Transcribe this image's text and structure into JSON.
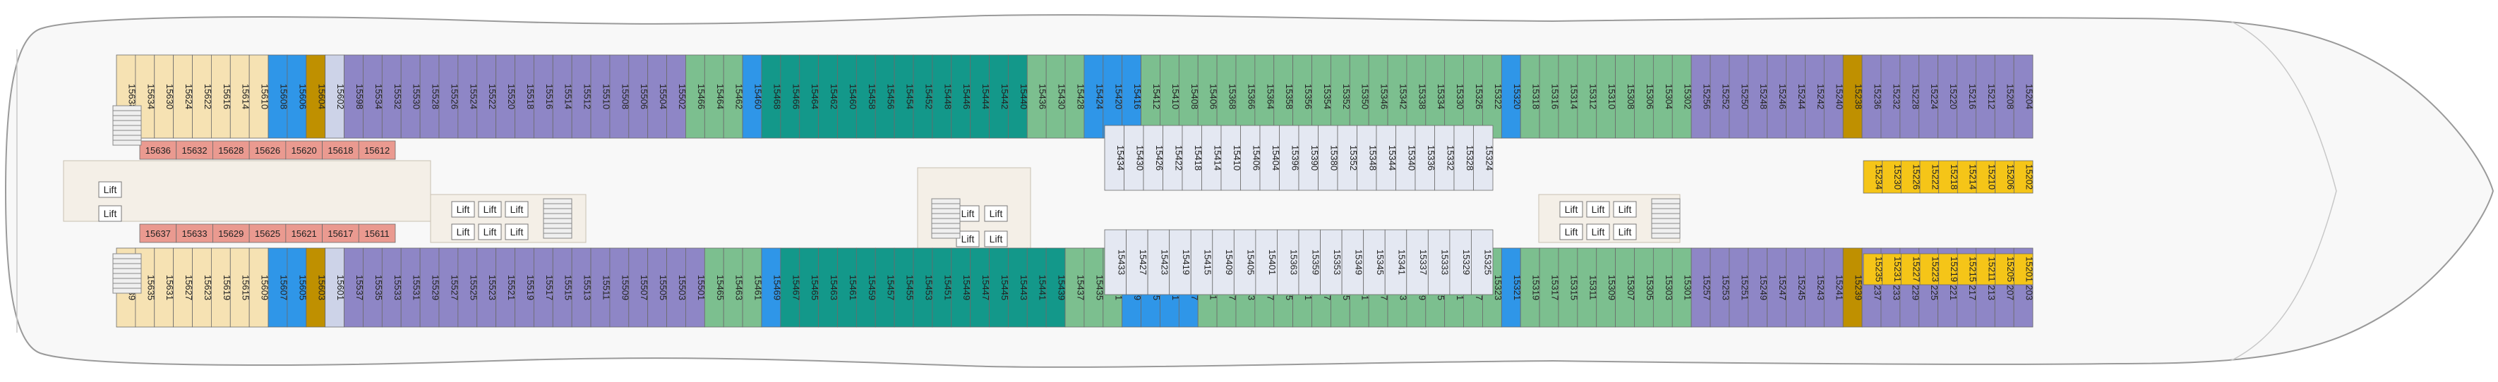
{
  "legend_colors": {
    "suite": "#f6e2b3",
    "suite_alt": "#f2d9a0",
    "interior": "#cdd3e8",
    "inside_light": "#e4e8f2",
    "balcony_purple": "#8e86c6",
    "balcony_green": "#7cbf8f",
    "mini_suite_teal": "#13988a",
    "deluxe_blue": "#2f96e8",
    "accessible_gold": "#bf9000",
    "aft_yellow": "#f5c518",
    "salmon": "#ea9a90",
    "facility": "#f4efe7",
    "hull": "#f8f8f8",
    "hull_outline": "#9a9a9a"
  },
  "icons": [
    "lift-icon",
    "stairs-icon",
    "bow-outline",
    "stern-outline"
  ],
  "lift_label": "Lift",
  "rows": {
    "top_outer": [
      {
        "num": "15638",
        "cat": "suite"
      },
      {
        "num": "15634",
        "cat": "suite"
      },
      {
        "num": "15630",
        "cat": "suite"
      },
      {
        "num": "15624",
        "cat": "suite"
      },
      {
        "num": "15622",
        "cat": "suite"
      },
      {
        "num": "15616",
        "cat": "suite"
      },
      {
        "num": "15614",
        "cat": "suite"
      },
      {
        "num": "15610",
        "cat": "suite"
      },
      {
        "num": "15608",
        "cat": "deluxe_blue"
      },
      {
        "num": "15606",
        "cat": "deluxe_blue"
      },
      {
        "num": "15604",
        "cat": "accessible_gold"
      },
      {
        "num": "15602",
        "cat": "interior"
      },
      {
        "num": "15598",
        "cat": "balcony_purple"
      },
      {
        "num": "15534",
        "cat": "balcony_purple"
      },
      {
        "num": "15532",
        "cat": "balcony_purple"
      },
      {
        "num": "15530",
        "cat": "balcony_purple"
      },
      {
        "num": "15528",
        "cat": "balcony_purple"
      },
      {
        "num": "15526",
        "cat": "balcony_purple"
      },
      {
        "num": "15524",
        "cat": "balcony_purple"
      },
      {
        "num": "15522",
        "cat": "balcony_purple"
      },
      {
        "num": "15520",
        "cat": "balcony_purple"
      },
      {
        "num": "15518",
        "cat": "balcony_purple"
      },
      {
        "num": "15516",
        "cat": "balcony_purple"
      },
      {
        "num": "15514",
        "cat": "balcony_purple"
      },
      {
        "num": "15512",
        "cat": "balcony_purple"
      },
      {
        "num": "15510",
        "cat": "balcony_purple"
      },
      {
        "num": "15508",
        "cat": "balcony_purple"
      },
      {
        "num": "15506",
        "cat": "balcony_purple"
      },
      {
        "num": "15504",
        "cat": "balcony_purple"
      },
      {
        "num": "15502",
        "cat": "balcony_purple"
      },
      {
        "num": "15466",
        "cat": "balcony_green"
      },
      {
        "num": "15464",
        "cat": "balcony_green"
      },
      {
        "num": "15462",
        "cat": "balcony_green"
      },
      {
        "num": "15460",
        "cat": "deluxe_blue"
      },
      {
        "num": "15468",
        "cat": "mini_suite_teal"
      },
      {
        "num": "15466",
        "cat": "mini_suite_teal"
      },
      {
        "num": "15464",
        "cat": "mini_suite_teal"
      },
      {
        "num": "15462",
        "cat": "mini_suite_teal"
      },
      {
        "num": "15460",
        "cat": "mini_suite_teal"
      },
      {
        "num": "15458",
        "cat": "mini_suite_teal"
      },
      {
        "num": "15456",
        "cat": "mini_suite_teal"
      },
      {
        "num": "15454",
        "cat": "mini_suite_teal"
      },
      {
        "num": "15452",
        "cat": "mini_suite_teal"
      },
      {
        "num": "15448",
        "cat": "mini_suite_teal"
      },
      {
        "num": "15446",
        "cat": "mini_suite_teal"
      },
      {
        "num": "15444",
        "cat": "mini_suite_teal"
      },
      {
        "num": "15442",
        "cat": "mini_suite_teal"
      },
      {
        "num": "15440",
        "cat": "mini_suite_teal"
      },
      {
        "num": "15436",
        "cat": "balcony_green"
      },
      {
        "num": "15430",
        "cat": "balcony_green"
      },
      {
        "num": "15428",
        "cat": "balcony_green"
      },
      {
        "num": "15424",
        "cat": "deluxe_blue"
      },
      {
        "num": "15420",
        "cat": "deluxe_blue"
      },
      {
        "num": "15416",
        "cat": "deluxe_blue"
      },
      {
        "num": "15412",
        "cat": "balcony_green"
      },
      {
        "num": "15410",
        "cat": "balcony_green"
      },
      {
        "num": "15408",
        "cat": "balcony_green"
      },
      {
        "num": "15406",
        "cat": "balcony_green"
      },
      {
        "num": "15368",
        "cat": "balcony_green"
      },
      {
        "num": "15366",
        "cat": "balcony_green"
      },
      {
        "num": "15364",
        "cat": "balcony_green"
      },
      {
        "num": "15358",
        "cat": "balcony_green"
      },
      {
        "num": "15356",
        "cat": "balcony_green"
      },
      {
        "num": "15354",
        "cat": "balcony_green"
      },
      {
        "num": "15352",
        "cat": "balcony_green"
      },
      {
        "num": "15350",
        "cat": "balcony_green"
      },
      {
        "num": "15346",
        "cat": "balcony_green"
      },
      {
        "num": "15342",
        "cat": "balcony_green"
      },
      {
        "num": "15338",
        "cat": "balcony_green"
      },
      {
        "num": "15334",
        "cat": "balcony_green"
      },
      {
        "num": "15330",
        "cat": "balcony_green"
      },
      {
        "num": "15326",
        "cat": "balcony_green"
      },
      {
        "num": "15322",
        "cat": "balcony_green"
      },
      {
        "num": "15320",
        "cat": "deluxe_blue"
      },
      {
        "num": "15318",
        "cat": "balcony_green"
      },
      {
        "num": "15316",
        "cat": "balcony_green"
      },
      {
        "num": "15314",
        "cat": "balcony_green"
      },
      {
        "num": "15312",
        "cat": "balcony_green"
      },
      {
        "num": "15310",
        "cat": "balcony_green"
      },
      {
        "num": "15308",
        "cat": "balcony_green"
      },
      {
        "num": "15306",
        "cat": "balcony_green"
      },
      {
        "num": "15304",
        "cat": "balcony_green"
      },
      {
        "num": "15302",
        "cat": "balcony_green"
      },
      {
        "num": "15256",
        "cat": "balcony_purple"
      },
      {
        "num": "15252",
        "cat": "balcony_purple"
      },
      {
        "num": "15250",
        "cat": "balcony_purple"
      },
      {
        "num": "15248",
        "cat": "balcony_purple"
      },
      {
        "num": "15246",
        "cat": "balcony_purple"
      },
      {
        "num": "15244",
        "cat": "balcony_purple"
      },
      {
        "num": "15242",
        "cat": "balcony_purple"
      },
      {
        "num": "15240",
        "cat": "balcony_purple"
      },
      {
        "num": "15238",
        "cat": "accessible_gold"
      },
      {
        "num": "15236",
        "cat": "balcony_purple"
      },
      {
        "num": "15232",
        "cat": "balcony_purple"
      },
      {
        "num": "15228",
        "cat": "balcony_purple"
      },
      {
        "num": "15224",
        "cat": "balcony_purple"
      },
      {
        "num": "15220",
        "cat": "balcony_purple"
      },
      {
        "num": "15216",
        "cat": "balcony_purple"
      },
      {
        "num": "15212",
        "cat": "balcony_purple"
      },
      {
        "num": "15208",
        "cat": "balcony_purple"
      },
      {
        "num": "15204",
        "cat": "balcony_purple"
      }
    ],
    "top_inner_fwd": [
      {
        "num": "15636"
      },
      {
        "num": "15632"
      },
      {
        "num": "15628"
      },
      {
        "num": "15626"
      },
      {
        "num": "15620"
      },
      {
        "num": "15618"
      },
      {
        "num": "15612"
      }
    ],
    "top_inner_mid": [
      {
        "num": "15434"
      },
      {
        "num": "15430"
      },
      {
        "num": "15426"
      },
      {
        "num": "15422"
      },
      {
        "num": "15418"
      },
      {
        "num": "15414"
      },
      {
        "num": "15410"
      },
      {
        "num": "15406"
      },
      {
        "num": "15404"
      },
      {
        "num": "15396"
      },
      {
        "num": "15390"
      },
      {
        "num": "15380"
      },
      {
        "num": "15352"
      },
      {
        "num": "15348"
      },
      {
        "num": "15344"
      },
      {
        "num": "15340"
      },
      {
        "num": "15336"
      },
      {
        "num": "15332"
      },
      {
        "num": "15328"
      },
      {
        "num": "15324"
      }
    ],
    "top_inner_aft": [
      {
        "num": "15234"
      },
      {
        "num": "15230"
      },
      {
        "num": "15226"
      },
      {
        "num": "15222"
      },
      {
        "num": "15218"
      },
      {
        "num": "15214"
      },
      {
        "num": "15210"
      },
      {
        "num": "15206"
      },
      {
        "num": "15202"
      }
    ],
    "bottom_inner_fwd": [
      {
        "num": "15637"
      },
      {
        "num": "15633"
      },
      {
        "num": "15629"
      },
      {
        "num": "15625"
      },
      {
        "num": "15621"
      },
      {
        "num": "15617"
      },
      {
        "num": "15611"
      }
    ],
    "bottom_inner_mid": [
      {
        "num": "15433"
      },
      {
        "num": "15427"
      },
      {
        "num": "15423"
      },
      {
        "num": "15419"
      },
      {
        "num": "15415"
      },
      {
        "num": "15409"
      },
      {
        "num": "15405"
      },
      {
        "num": "15401"
      },
      {
        "num": "15363"
      },
      {
        "num": "15359"
      },
      {
        "num": "15353"
      },
      {
        "num": "15349"
      },
      {
        "num": "15345"
      },
      {
        "num": "15341"
      },
      {
        "num": "15337"
      },
      {
        "num": "15333"
      },
      {
        "num": "15329"
      },
      {
        "num": "15325"
      }
    ],
    "bottom_inner_aft": [
      {
        "num": "15235"
      },
      {
        "num": "15231"
      },
      {
        "num": "15227"
      },
      {
        "num": "15223"
      },
      {
        "num": "15219"
      },
      {
        "num": "15215"
      },
      {
        "num": "15211"
      },
      {
        "num": "15205"
      },
      {
        "num": "15201"
      }
    ],
    "bottom_outer": [
      {
        "num": "15639",
        "cat": "suite"
      },
      {
        "num": "15635",
        "cat": "suite"
      },
      {
        "num": "15631",
        "cat": "suite"
      },
      {
        "num": "15627",
        "cat": "suite"
      },
      {
        "num": "15623",
        "cat": "suite"
      },
      {
        "num": "15619",
        "cat": "suite"
      },
      {
        "num": "15615",
        "cat": "suite"
      },
      {
        "num": "15609",
        "cat": "suite"
      },
      {
        "num": "15607",
        "cat": "deluxe_blue"
      },
      {
        "num": "15605",
        "cat": "deluxe_blue"
      },
      {
        "num": "15603",
        "cat": "accessible_gold"
      },
      {
        "num": "15601",
        "cat": "interior"
      },
      {
        "num": "15537",
        "cat": "balcony_purple"
      },
      {
        "num": "15535",
        "cat": "balcony_purple"
      },
      {
        "num": "15533",
        "cat": "balcony_purple"
      },
      {
        "num": "15531",
        "cat": "balcony_purple"
      },
      {
        "num": "15529",
        "cat": "balcony_purple"
      },
      {
        "num": "15527",
        "cat": "balcony_purple"
      },
      {
        "num": "15525",
        "cat": "balcony_purple"
      },
      {
        "num": "15523",
        "cat": "balcony_purple"
      },
      {
        "num": "15521",
        "cat": "balcony_purple"
      },
      {
        "num": "15519",
        "cat": "balcony_purple"
      },
      {
        "num": "15517",
        "cat": "balcony_purple"
      },
      {
        "num": "15515",
        "cat": "balcony_purple"
      },
      {
        "num": "15513",
        "cat": "balcony_purple"
      },
      {
        "num": "15511",
        "cat": "balcony_purple"
      },
      {
        "num": "15509",
        "cat": "balcony_purple"
      },
      {
        "num": "15507",
        "cat": "balcony_purple"
      },
      {
        "num": "15505",
        "cat": "balcony_purple"
      },
      {
        "num": "15503",
        "cat": "balcony_purple"
      },
      {
        "num": "15501",
        "cat": "balcony_purple"
      },
      {
        "num": "15465",
        "cat": "balcony_green"
      },
      {
        "num": "15463",
        "cat": "balcony_green"
      },
      {
        "num": "15461",
        "cat": "balcony_green"
      },
      {
        "num": "15469",
        "cat": "deluxe_blue"
      },
      {
        "num": "15467",
        "cat": "mini_suite_teal"
      },
      {
        "num": "15465",
        "cat": "mini_suite_teal"
      },
      {
        "num": "15463",
        "cat": "mini_suite_teal"
      },
      {
        "num": "15461",
        "cat": "mini_suite_teal"
      },
      {
        "num": "15459",
        "cat": "mini_suite_teal"
      },
      {
        "num": "15457",
        "cat": "mini_suite_teal"
      },
      {
        "num": "15455",
        "cat": "mini_suite_teal"
      },
      {
        "num": "15453",
        "cat": "mini_suite_teal"
      },
      {
        "num": "15451",
        "cat": "mini_suite_teal"
      },
      {
        "num": "15449",
        "cat": "mini_suite_teal"
      },
      {
        "num": "15447",
        "cat": "mini_suite_teal"
      },
      {
        "num": "15445",
        "cat": "mini_suite_teal"
      },
      {
        "num": "15443",
        "cat": "mini_suite_teal"
      },
      {
        "num": "15441",
        "cat": "mini_suite_teal"
      },
      {
        "num": "15439",
        "cat": "mini_suite_teal"
      },
      {
        "num": "15437",
        "cat": "balcony_green"
      },
      {
        "num": "15435",
        "cat": "balcony_green"
      },
      {
        "num": "15431",
        "cat": "balcony_green"
      },
      {
        "num": "15429",
        "cat": "deluxe_blue"
      },
      {
        "num": "15425",
        "cat": "deluxe_blue"
      },
      {
        "num": "15421",
        "cat": "deluxe_blue"
      },
      {
        "num": "15417",
        "cat": "deluxe_blue"
      },
      {
        "num": "15411",
        "cat": "balcony_green"
      },
      {
        "num": "15407",
        "cat": "balcony_green"
      },
      {
        "num": "15403",
        "cat": "balcony_green"
      },
      {
        "num": "15367",
        "cat": "balcony_green"
      },
      {
        "num": "15365",
        "cat": "balcony_green"
      },
      {
        "num": "15361",
        "cat": "balcony_green"
      },
      {
        "num": "15357",
        "cat": "balcony_green"
      },
      {
        "num": "15355",
        "cat": "balcony_green"
      },
      {
        "num": "15351",
        "cat": "balcony_green"
      },
      {
        "num": "15347",
        "cat": "balcony_green"
      },
      {
        "num": "15343",
        "cat": "balcony_green"
      },
      {
        "num": "15339",
        "cat": "balcony_green"
      },
      {
        "num": "15335",
        "cat": "balcony_green"
      },
      {
        "num": "15331",
        "cat": "balcony_green"
      },
      {
        "num": "15327",
        "cat": "balcony_green"
      },
      {
        "num": "15323",
        "cat": "balcony_green"
      },
      {
        "num": "15321",
        "cat": "deluxe_blue"
      },
      {
        "num": "15319",
        "cat": "balcony_green"
      },
      {
        "num": "15317",
        "cat": "balcony_green"
      },
      {
        "num": "15315",
        "cat": "balcony_green"
      },
      {
        "num": "15311",
        "cat": "balcony_green"
      },
      {
        "num": "15309",
        "cat": "balcony_green"
      },
      {
        "num": "15307",
        "cat": "balcony_green"
      },
      {
        "num": "15305",
        "cat": "balcony_green"
      },
      {
        "num": "15303",
        "cat": "balcony_green"
      },
      {
        "num": "15301",
        "cat": "balcony_green"
      },
      {
        "num": "15257",
        "cat": "balcony_purple"
      },
      {
        "num": "15253",
        "cat": "balcony_purple"
      },
      {
        "num": "15251",
        "cat": "balcony_purple"
      },
      {
        "num": "15249",
        "cat": "balcony_purple"
      },
      {
        "num": "15247",
        "cat": "balcony_purple"
      },
      {
        "num": "15245",
        "cat": "balcony_purple"
      },
      {
        "num": "15243",
        "cat": "balcony_purple"
      },
      {
        "num": "15241",
        "cat": "balcony_purple"
      },
      {
        "num": "15239",
        "cat": "accessible_gold"
      },
      {
        "num": "15237",
        "cat": "balcony_purple"
      },
      {
        "num": "15233",
        "cat": "balcony_purple"
      },
      {
        "num": "15229",
        "cat": "balcony_purple"
      },
      {
        "num": "15225",
        "cat": "balcony_purple"
      },
      {
        "num": "15221",
        "cat": "balcony_purple"
      },
      {
        "num": "15217",
        "cat": "balcony_purple"
      },
      {
        "num": "15213",
        "cat": "balcony_purple"
      },
      {
        "num": "15207",
        "cat": "balcony_purple"
      },
      {
        "num": "15203",
        "cat": "balcony_purple"
      }
    ]
  }
}
